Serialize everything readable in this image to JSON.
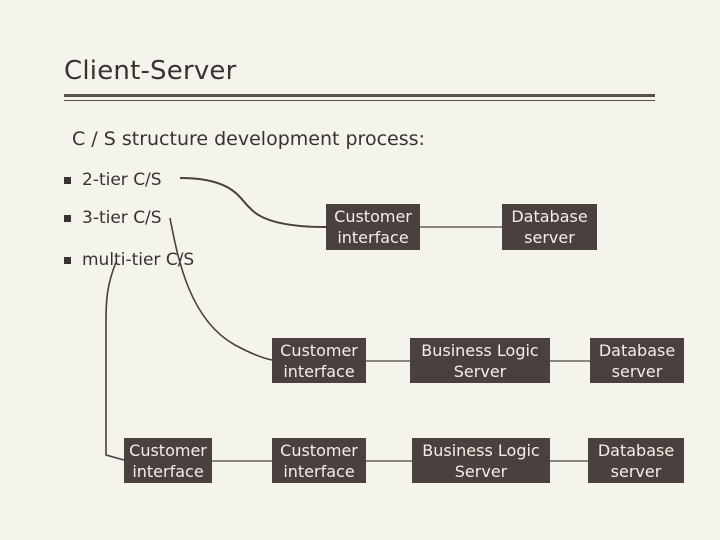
{
  "slide": {
    "title": "Client-Server",
    "subtitle": "C / S structure development process:",
    "bullets": [
      "2-tier C/S",
      "3-tier C/S",
      "multi-tier C/S"
    ]
  },
  "diagram": {
    "two_tier": {
      "customer": "Customer\ninterface",
      "database": "Database\nserver"
    },
    "three_tier": {
      "customer": "Customer\ninterface",
      "logic": "Business Logic\nServer",
      "database": "Database\nserver"
    },
    "multi_tier": {
      "customer_outer": "Customer\ninterface",
      "customer_inner": "Customer\ninterface",
      "logic": "Business Logic\nServer",
      "database": "Database\nserver"
    }
  },
  "colors": {
    "background": "#f4f3ec",
    "box_fill": "#4a403d",
    "box_text": "#f2efe8",
    "text": "#3a3230",
    "line": "#4a403d"
  }
}
